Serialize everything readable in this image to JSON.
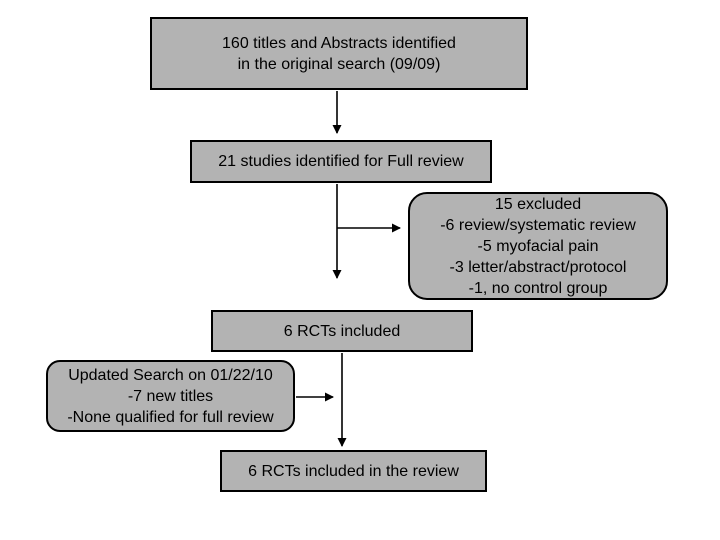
{
  "diagram": {
    "type": "flowchart",
    "background_color": "#ffffff",
    "box_fill_color": "#b3b3b3",
    "box_border_color": "#000000",
    "arrow_color": "#000000",
    "boxes": {
      "identified": {
        "shape": "rect",
        "lines": [
          "160 titles and Abstracts identified",
          "in the original search (09/09)"
        ]
      },
      "full_review": {
        "shape": "rect",
        "lines": [
          "21 studies identified for Full review"
        ]
      },
      "excluded": {
        "shape": "rounded",
        "lines": [
          "15 excluded",
          "-6 review/systematic review",
          "-5 myofacial pain",
          "-3 letter/abstract/protocol",
          "-1, no control group"
        ]
      },
      "rcts_included": {
        "shape": "rect",
        "lines": [
          "6 RCTs included"
        ]
      },
      "updated_search": {
        "shape": "rounded",
        "lines": [
          "Updated Search on 01/22/10",
          "-7 new titles",
          "-None qualified for full review"
        ]
      },
      "final": {
        "shape": "rect",
        "lines": [
          "6 RCTs included in the review"
        ]
      }
    },
    "connections": [
      {
        "from": "identified",
        "to": "full_review",
        "direction": "down"
      },
      {
        "from": "full_review",
        "to": "rcts_included",
        "direction": "down"
      },
      {
        "from": "full_review",
        "to": "excluded",
        "direction": "right"
      },
      {
        "from": "updated_search",
        "to": "rcts_to_final_line",
        "direction": "right"
      },
      {
        "from": "rcts_included",
        "to": "final",
        "direction": "down"
      }
    ]
  }
}
